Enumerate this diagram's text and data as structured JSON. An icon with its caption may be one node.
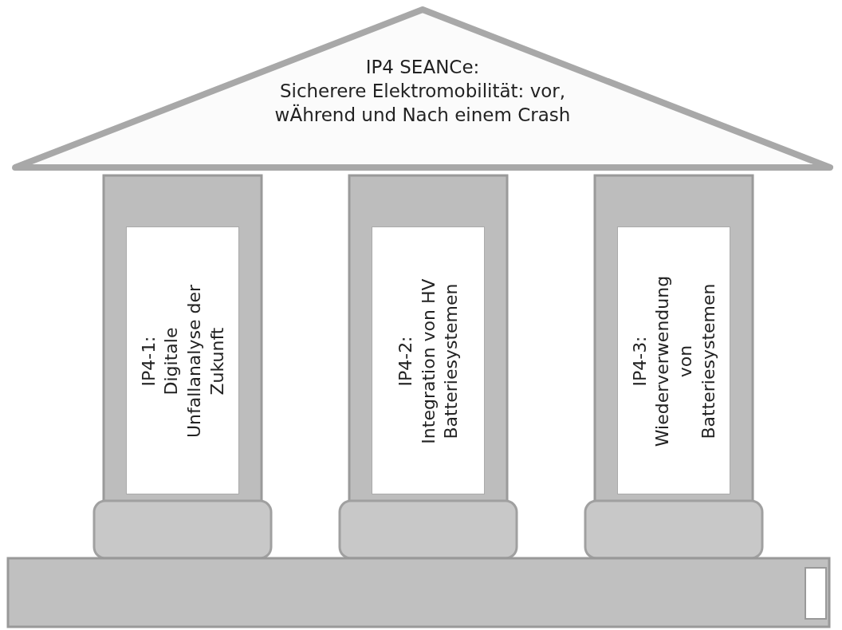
{
  "diagram": {
    "nodes": [
      {
        "text": [
          "IP4 SEANCe:",
          "Sicherere Elektromobilität: vor, wÄhrend und Nach einem Crash"
        ]
      },
      {
        "text": [
          "IP4-1:",
          "Digitale Unfallanalyse der Zukunft"
        ]
      },
      {
        "text": [
          "IP4-2:",
          "Integration von HV Batteriesystemen"
        ]
      },
      {
        "text": [
          "IP4-3:",
          "Wiederverwendung von Batteriesystemen"
        ]
      }
    ],
    "edges": []
  }
}
